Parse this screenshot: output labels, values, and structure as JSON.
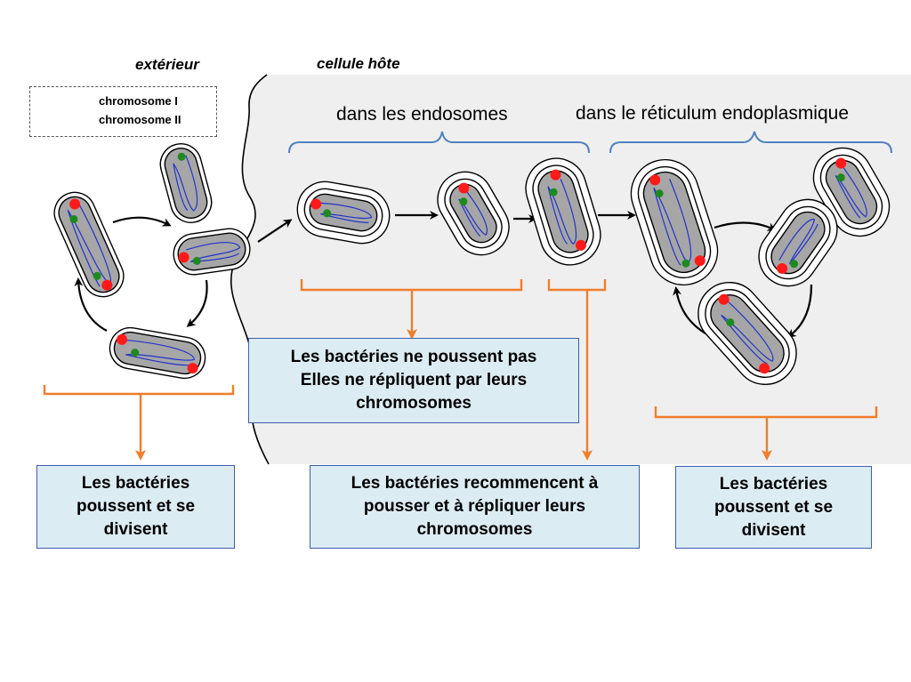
{
  "labels": {
    "outside": "extérieur",
    "host_cell": "cellule hôte",
    "endosomes": "dans les endosomes",
    "er": "dans le réticulum endoplasmique"
  },
  "legend": {
    "chromosome_1": "chromosome I",
    "chromosome_2": "chromosome II"
  },
  "boxes": {
    "outside_growth": [
      "Les bactéries",
      "poussent et se",
      "divisent"
    ],
    "endosome_arrest": [
      "Les bactéries ne poussent pas",
      "Elles ne répliquent par leurs",
      "chromosomes"
    ],
    "restart": [
      "Les bactéries recommencent à",
      "pousser et à répliquer leurs",
      "chromosomes"
    ],
    "er_growth": [
      "Les bactéries",
      "poussent et se",
      "divisent"
    ]
  },
  "colors": {
    "host_bg": "#efefef",
    "bacteria_fill": "#a6a6a6",
    "chromosome_1": "#ff1a1a",
    "chromosome_2": "#1e8a1e",
    "dna": "#2233cc",
    "bracket_blue": "#4f81bd",
    "bracket_orange": "#f07d2a",
    "box_fill": "#dcecf3",
    "box_border": "#3c5fae"
  }
}
